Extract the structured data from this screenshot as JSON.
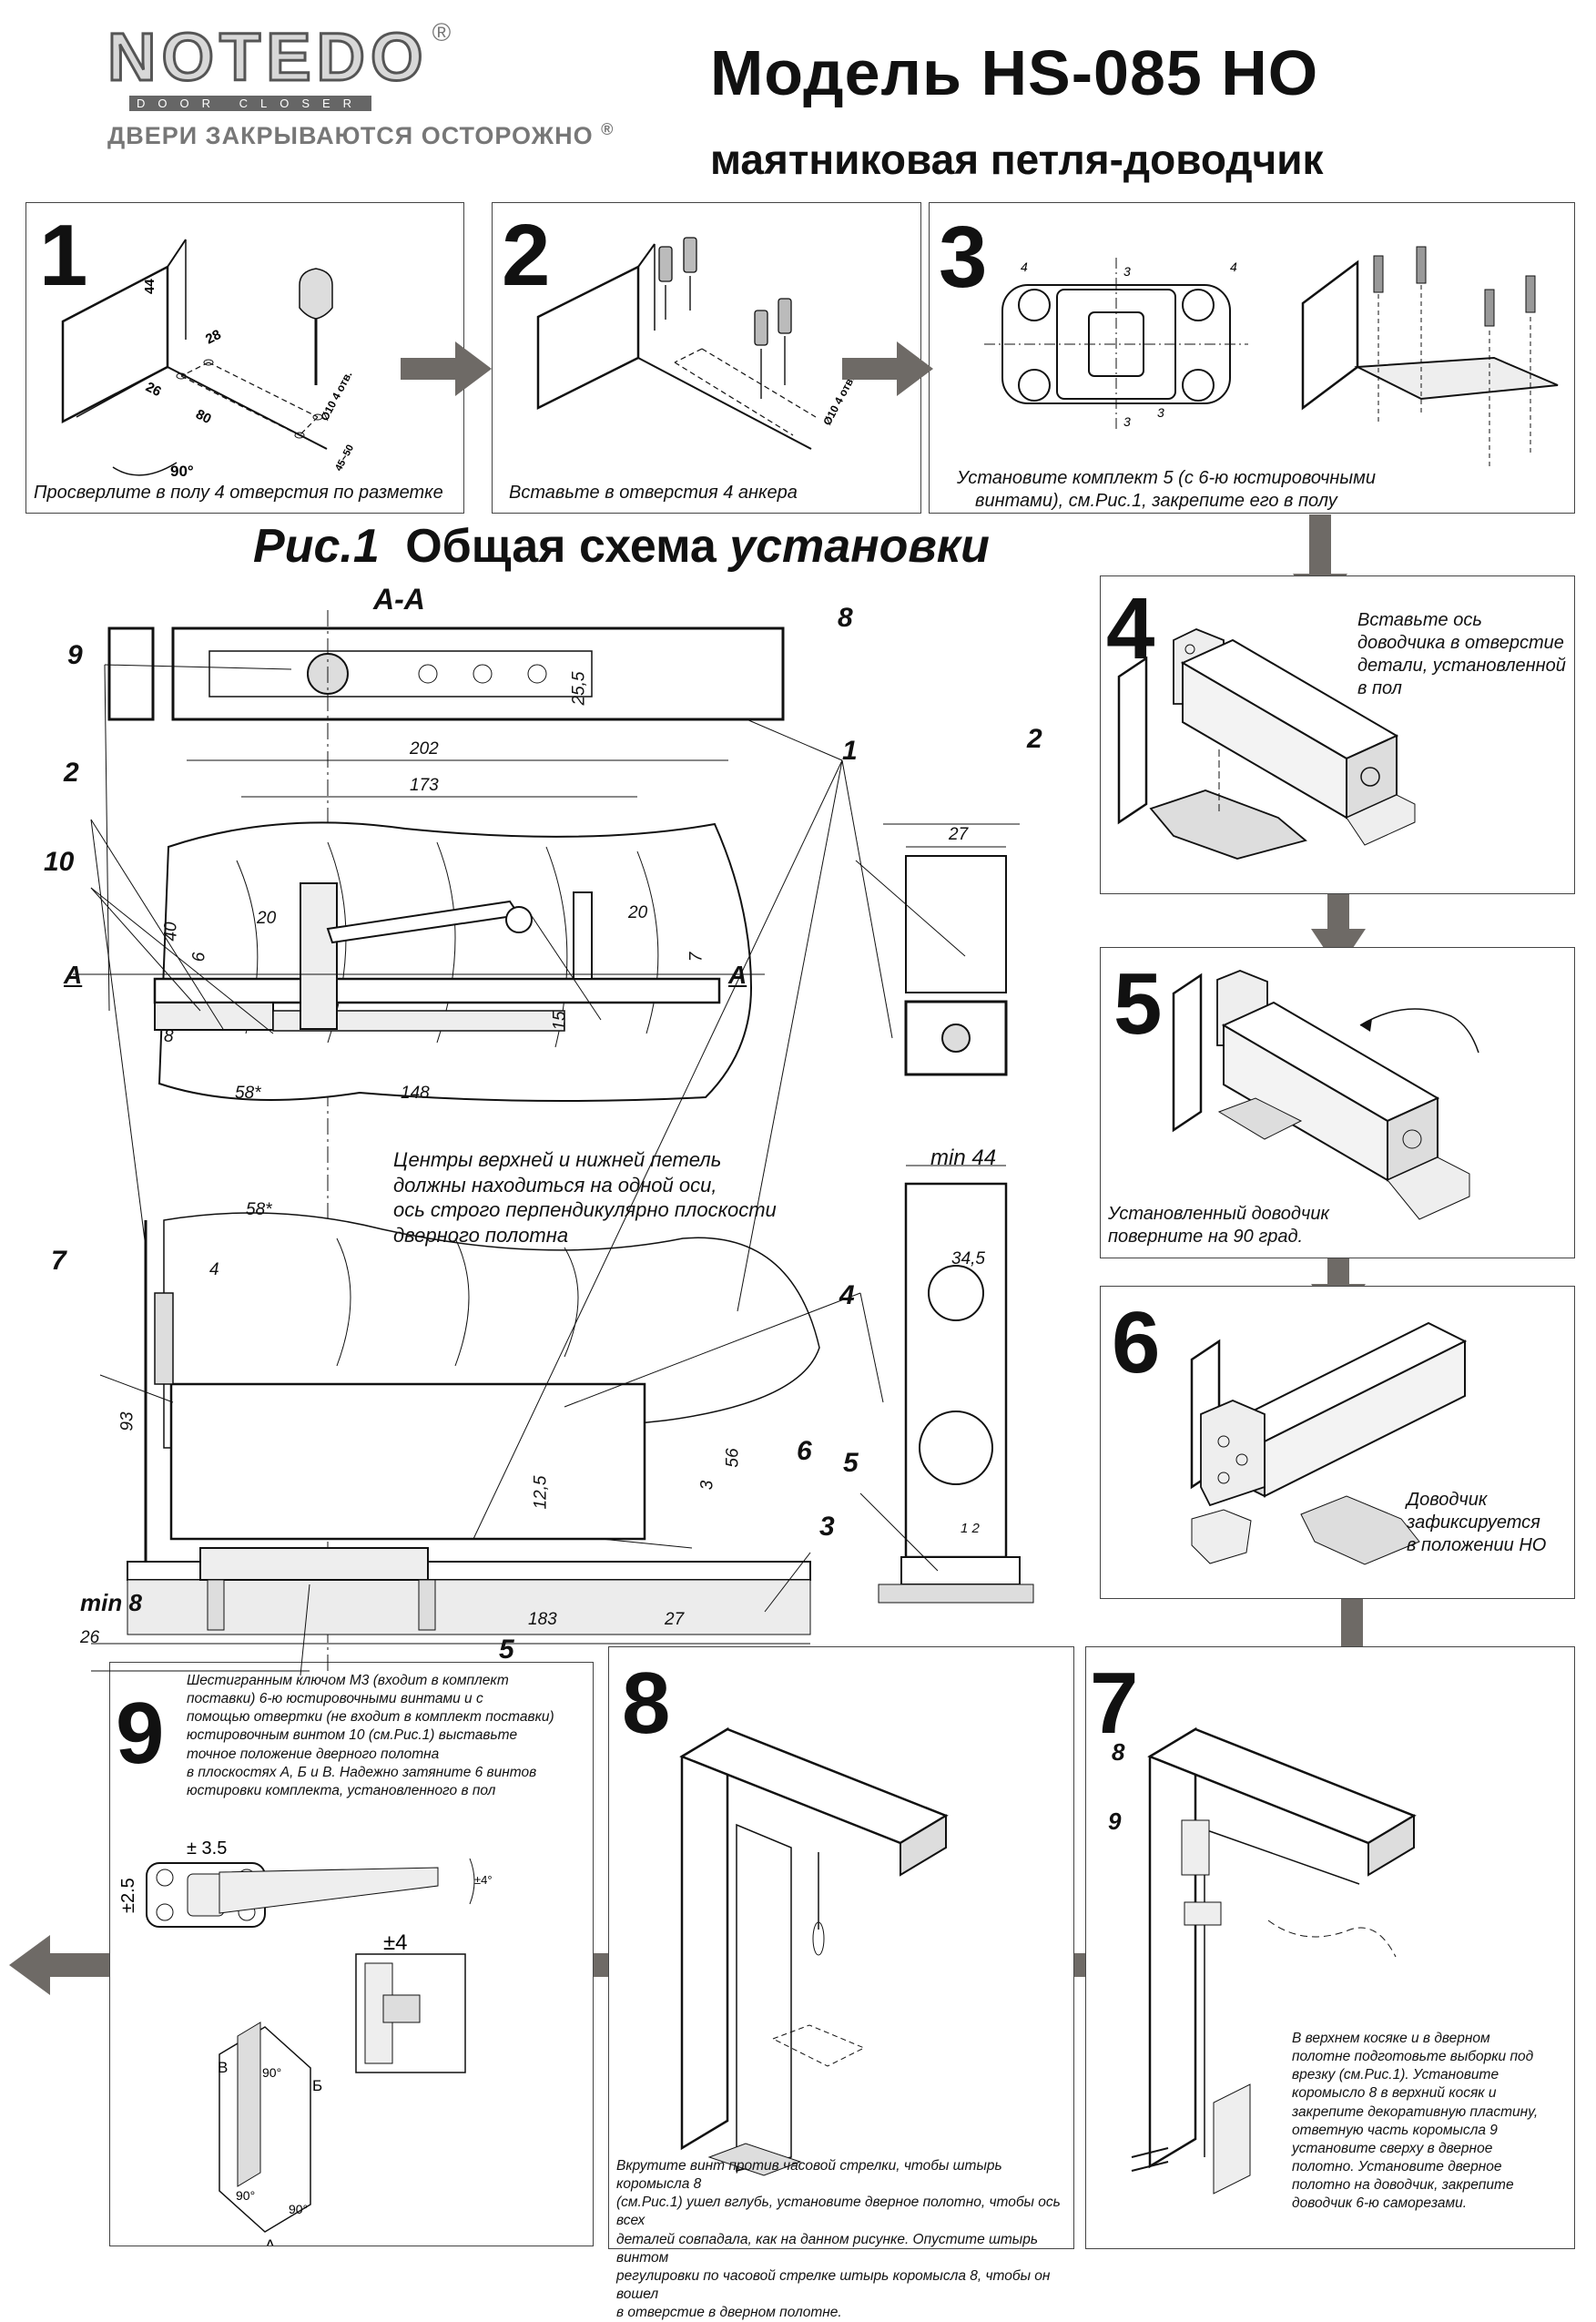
{
  "header": {
    "brand": "NOTEDO",
    "brand_mark": "®",
    "brand_sub": "DOOR CLOSER",
    "tagline": "ДВЕРИ ЗАКРЫВАЮТСЯ ОСТОРОЖНО",
    "tagline_mark": "®",
    "title": "Модель HS-085 НО",
    "subtitle": "маятниковая петля-доводчик"
  },
  "steps": {
    "s1": {
      "number": "1",
      "caption": "Просверлите в полу 4 отверстия по разметке",
      "dims": [
        "44",
        "28",
        "26",
        "80",
        "10",
        "90°",
        "Ø10 4 отв.",
        "45~50"
      ]
    },
    "s2": {
      "number": "2",
      "caption": "Вставьте в отверстия 4 анкера",
      "dims": [
        "Ø10 4 отв."
      ]
    },
    "s3": {
      "number": "3",
      "caption_line1": "Установите комплект 5 (с 6-ю юстировочными",
      "caption_line2": "винтами), см.Рис.1, закрепите его в полу",
      "dims": [
        "4",
        "3",
        "3",
        "4",
        "3"
      ]
    },
    "s4": {
      "number": "4",
      "caption": [
        "Вставьте ось",
        "доводчика в отверстие",
        "детали, установленной",
        "в пол"
      ]
    },
    "s5": {
      "number": "5",
      "caption": [
        "Установленный доводчик",
        "поверните  на 90 град."
      ]
    },
    "s6": {
      "number": "6",
      "caption": [
        "Доводчик",
        "зафиксируется",
        "в положении НО"
      ]
    },
    "s7": {
      "number": "7",
      "labels": [
        "8",
        "9"
      ],
      "caption": [
        "В верхнем косяке и в дверном",
        "полотне подготовьте выборки под",
        "врезку (см.Рис.1). Установите",
        "коромысло 8 в верхний косяк и",
        "закрепите декоративную пластину,",
        "ответную часть коромысла 9",
        "установите сверху в дверное",
        "полотно. Установите дверное",
        "полотно на доводчик, закрепите",
        "доводчик 6-ю саморезами."
      ]
    },
    "s8": {
      "number": "8",
      "caption": [
        "Вкрутите винт против часовой стрелки, чтобы штырь коромысла 8",
        "(см.Рис.1) ушел вглубь, установите дверное полотно, чтобы ось всех",
        "деталей совпадала, как  на данном рисунке. Опустите штырь винтом",
        "регулировки по часовой стрелке штырь коромысла 8, чтобы он вошел",
        "в отверстие в дверном полотне."
      ]
    },
    "s9": {
      "number": "9",
      "caption": [
        "Шестигранным ключом М3 (входит в комплект",
        "поставки) 6-ю юстировочными винтами и с",
        "помощью отвертки (не входит в комплект поставки)",
        "юстировочным винтом 10 (см.Рис.1) выставьте",
        "точное положение дверного полотна",
        "в плоскостях А, Б и В. Надежно затяните 6 винтов",
        "юстировки комплекта, установленного в пол"
      ],
      "dims": [
        "± 3.5",
        "±2.5",
        "±4°",
        "±4",
        "В",
        "Б",
        "А",
        "90°",
        "90°",
        "90°"
      ]
    }
  },
  "figure": {
    "title_a": "Рис.1",
    "title_b": "Общая схема ",
    "title_c": "установки",
    "section": "А-А",
    "section_a": "А",
    "note": [
      "Центры верхней и нижней петель",
      "должны находиться на одной оси,",
      "ось строго перпендикулярно плоскости",
      "дверного полотна"
    ],
    "parts": [
      "1",
      "2",
      "3",
      "4",
      "5",
      "6",
      "7",
      "8",
      "9",
      "10"
    ],
    "dims": {
      "d202": "202",
      "d173": "173",
      "d25": "25,5",
      "d20a": "20",
      "d20b": "20",
      "d40": "40",
      "d6": "6",
      "d7": "7",
      "d8": "8",
      "d15": "15",
      "d58a": "58*",
      "d148": "148",
      "d27a": "27",
      "dmin44": "min 44",
      "d345": "34,5",
      "d58b": "58*",
      "d4": "4",
      "d93": "93",
      "d125": "12,5",
      "d3": "3",
      "d56": "56",
      "dmin8": "min 8",
      "d26": "26",
      "d183": "183",
      "d27b": "27",
      "d12": "1  2"
    }
  }
}
